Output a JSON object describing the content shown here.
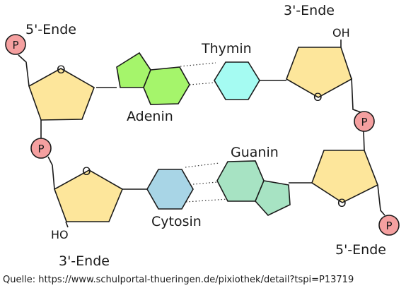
{
  "strands": {
    "top_left_end": "5'-Ende",
    "top_right_end": "3'-Ende",
    "bottom_left_end": "3'-Ende",
    "bottom_right_end": "5'-Ende"
  },
  "bases": {
    "adenin": "Adenin",
    "thymin": "Thymin",
    "guanin": "Guanin",
    "cytosin": "Cytosin"
  },
  "atoms": {
    "oxygen": "O",
    "hydroxyl_top": "OH",
    "hydroxyl_bottom": "HO",
    "phosphate": "P"
  },
  "source": "Quelle: https://www.schulportal-thueringen.de/pixiothek/detail?tspi=P13719",
  "colors": {
    "sugar": "#fde69b",
    "phosphate": "#f5a0a0",
    "adenin": "#a5f56b",
    "thymin": "#a5fbf2",
    "guanin": "#a7e3c3",
    "cytosin": "#a8d5e6"
  }
}
